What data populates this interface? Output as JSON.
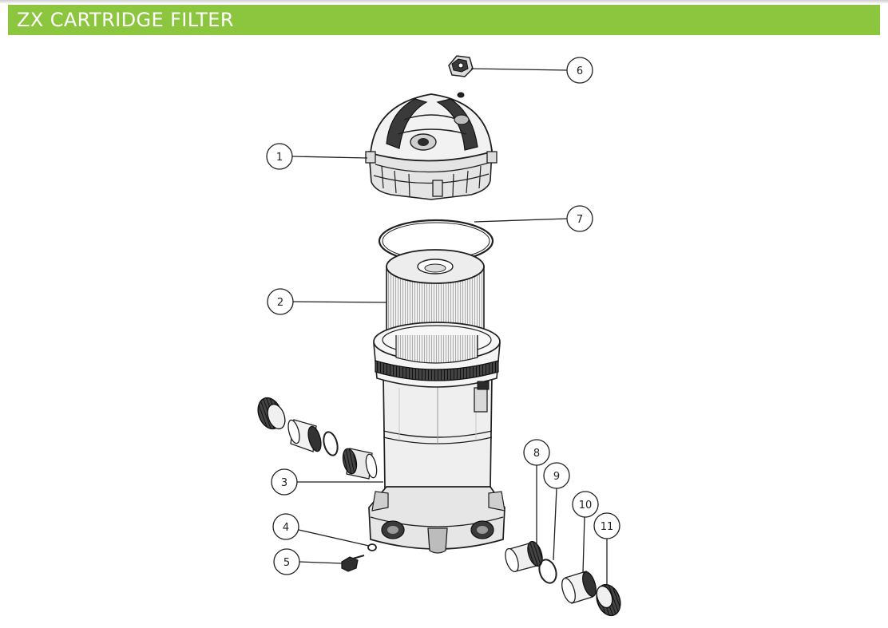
{
  "header": {
    "title": "ZX CARTRIDGE FILTER",
    "bar_color": "#8cc63f",
    "text_color": "#ffffff"
  },
  "diagram": {
    "line_color": "#1f1f1f",
    "part_fill": "#e9e9e9",
    "part_dark": "#2a2a2a",
    "callouts": [
      "1",
      "2",
      "3",
      "4",
      "5",
      "6",
      "7",
      "8",
      "9",
      "10",
      "11"
    ]
  }
}
